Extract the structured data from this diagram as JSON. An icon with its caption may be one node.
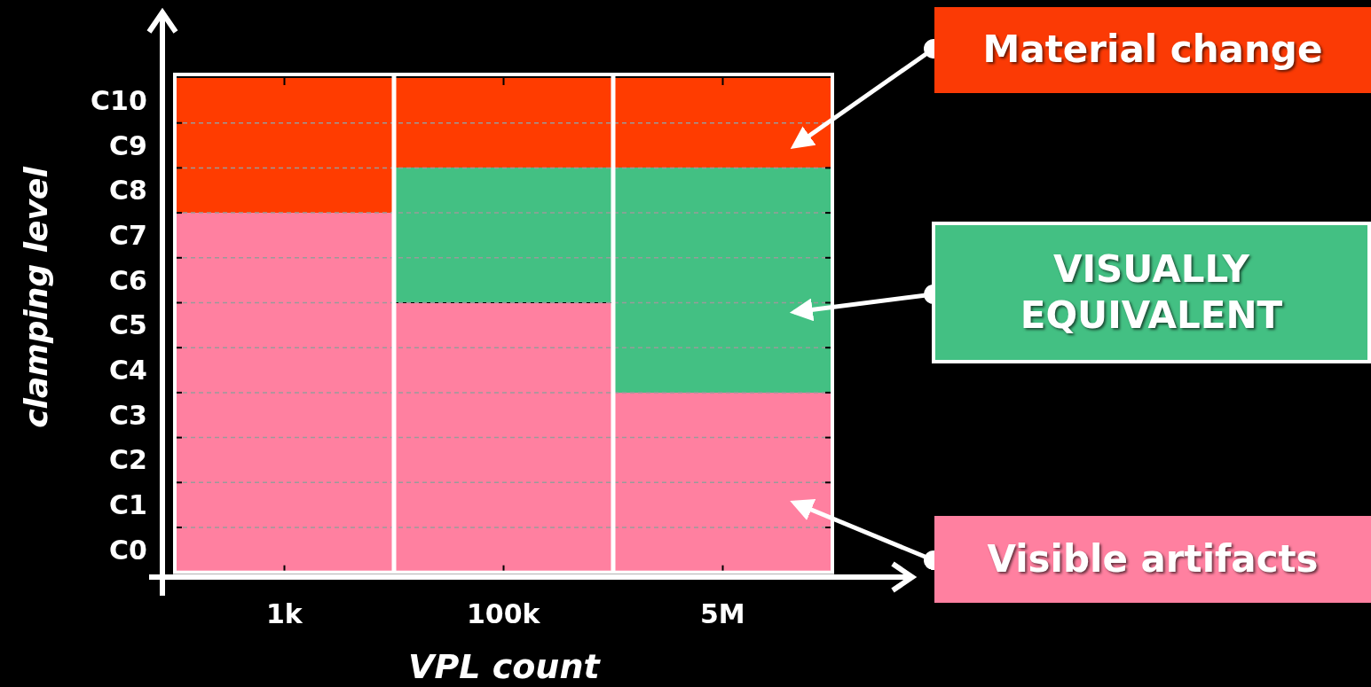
{
  "diagram": {
    "nodes": [
      {
        "text": [
          "Material change"
        ]
      },
      {
        "text": [
          "VISUALLY EQUIVALENT"
        ]
      },
      {
        "text": [
          "Visible artifacts"
        ]
      },
      {
        "text": [],
        "shape": "box"
      },
      {
        "text": [],
        "shape": "box"
      },
      {
        "text": [],
        "shape": "box"
      },
      {
        "text": [],
        "shape": "box"
      },
      {
        "text": [],
        "shape": "box"
      },
      {
        "text": [],
        "shape": "box"
      },
      {
        "text": [],
        "shape": "box"
      },
      {
        "text": [],
        "shape": "box"
      }
    ],
    "edges": [
      {
        "from": 0,
        "to": 8,
        "arrow": "to"
      },
      {
        "from": 1,
        "to": 9,
        "arrow": "to"
      },
      {
        "from": 2,
        "to": 10,
        "arrow": "to"
      }
    ],
    "labels": [
      "C10",
      "C9",
      "C8",
      "C7",
      "C6",
      "C5",
      "C4",
      "C3",
      "C2",
      "C1",
      "C0",
      "1k",
      "100k",
      "5M",
      "VPL count",
      "clamping level"
    ]
  }
}
